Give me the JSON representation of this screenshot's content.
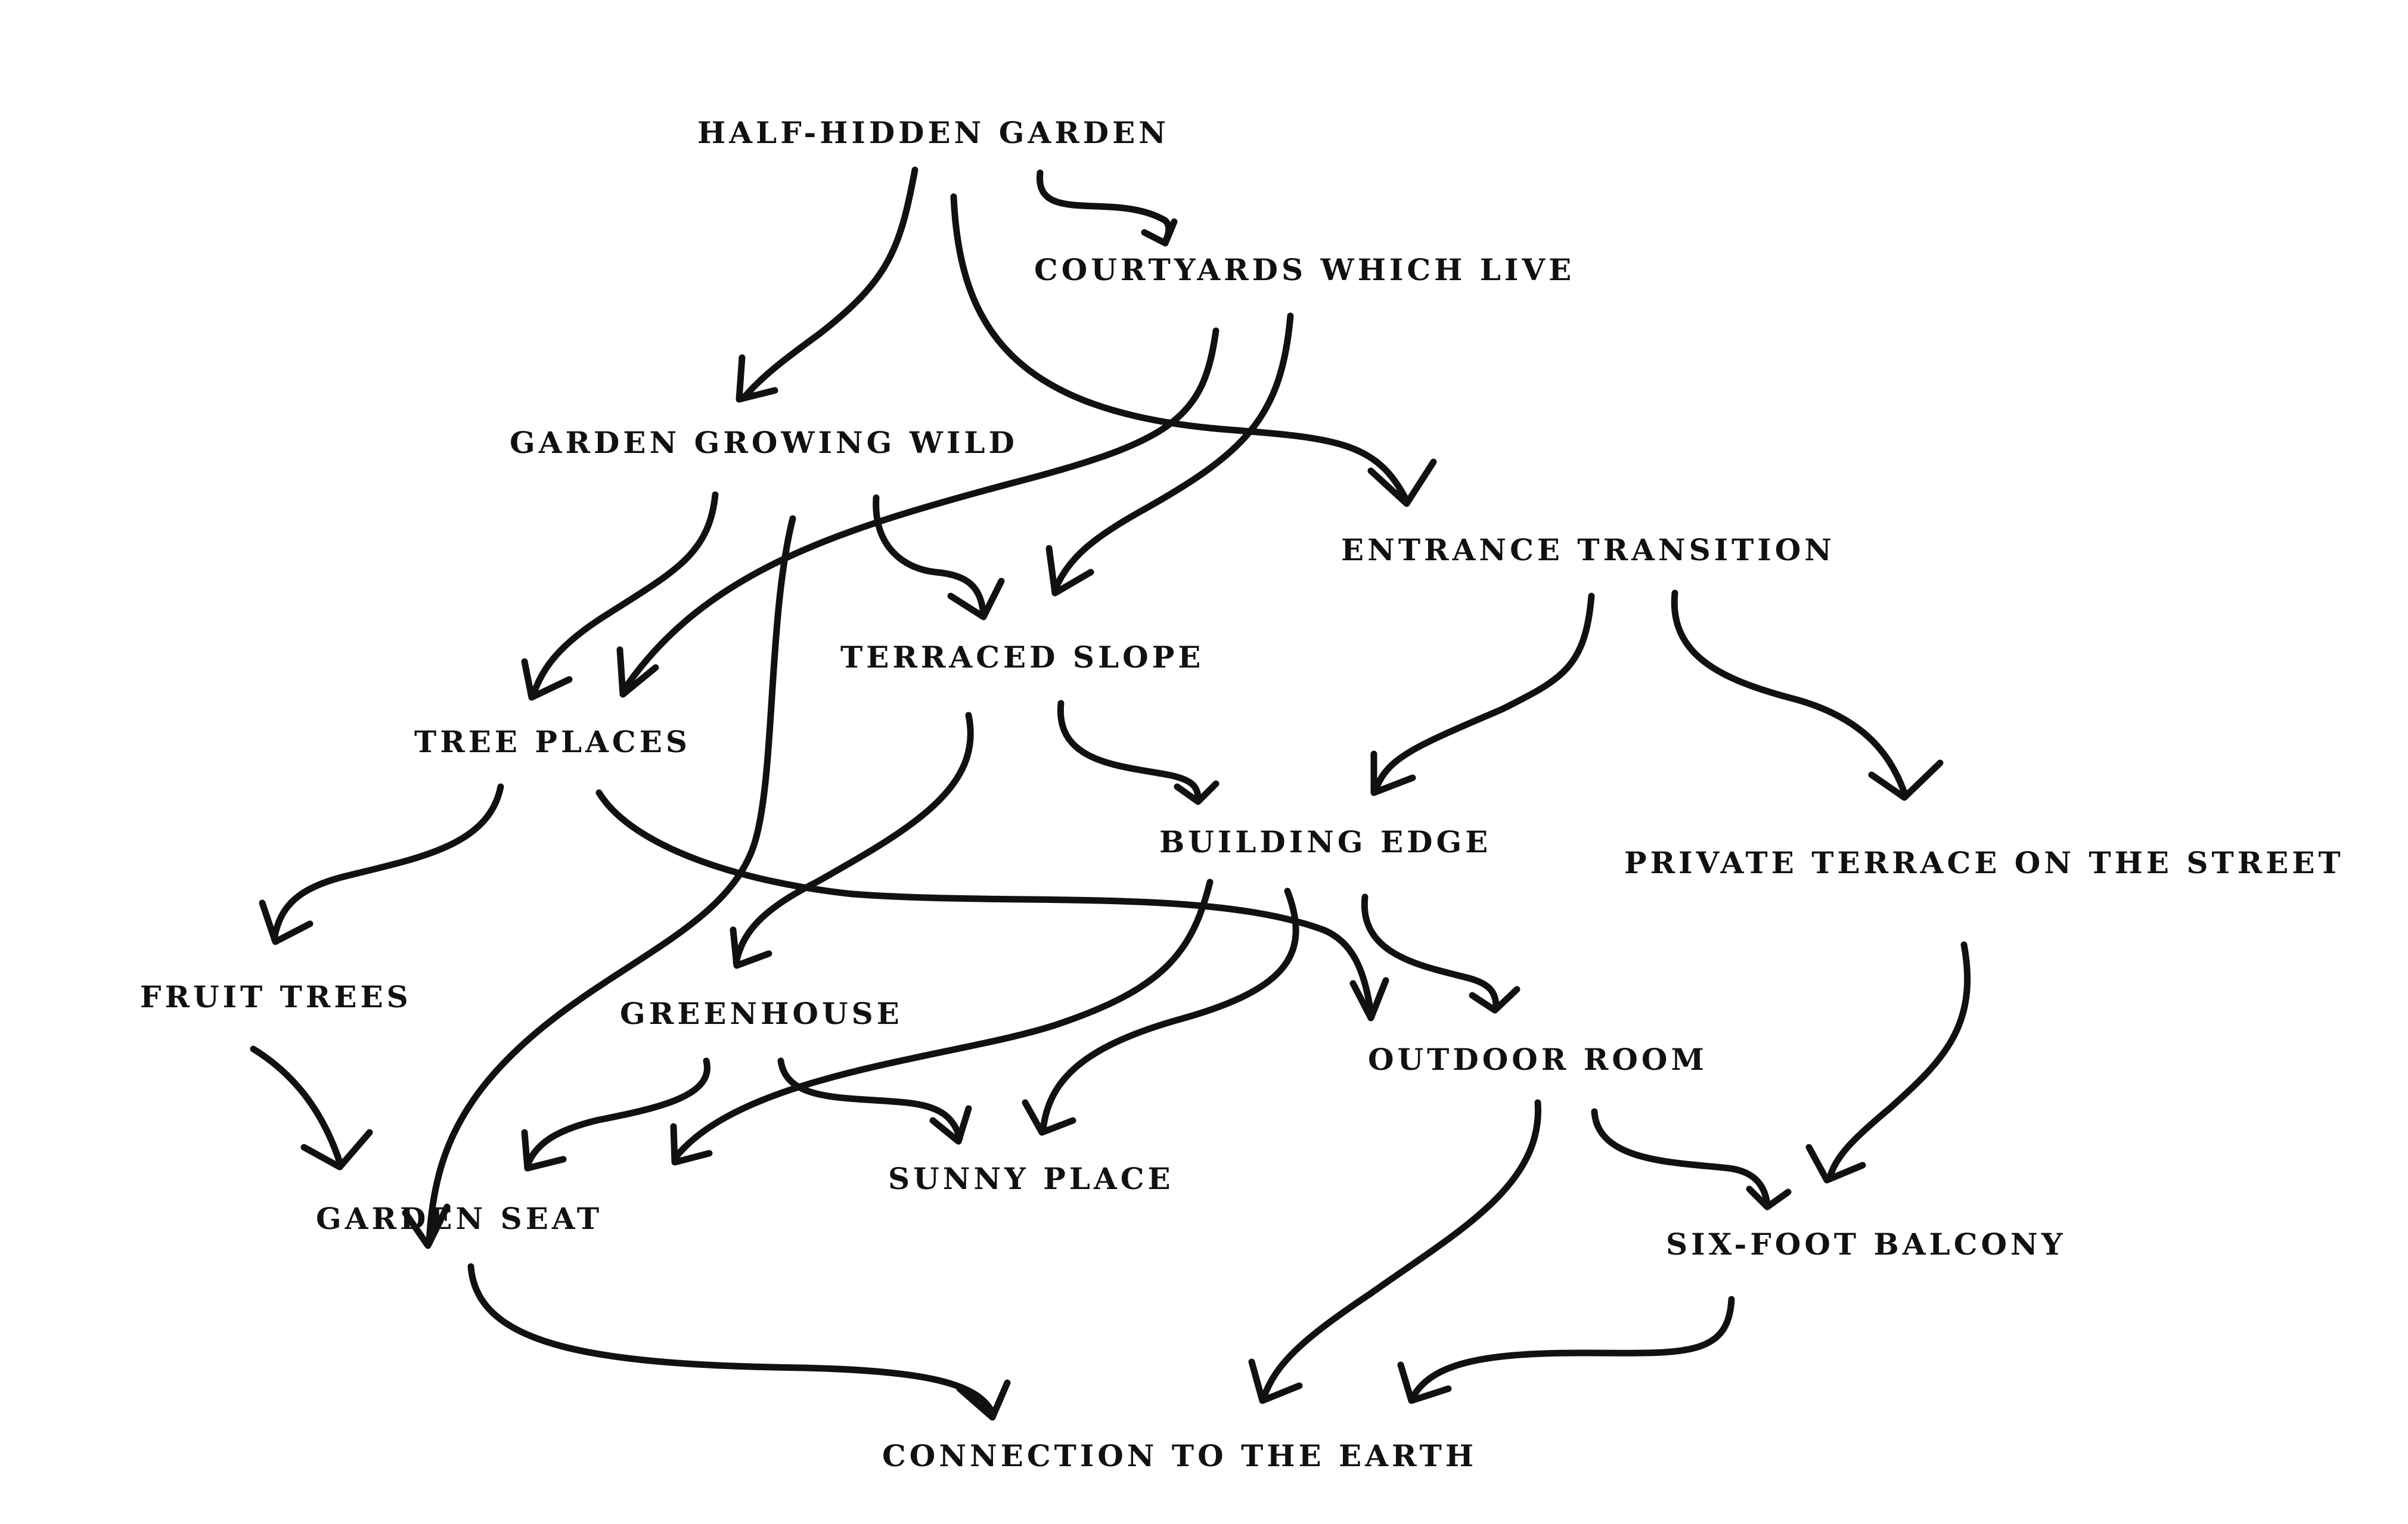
{
  "diagram": {
    "nodes": {
      "half_hidden_garden": "HALF-HIDDEN GARDEN",
      "courtyards_which_live": "COURTYARDS WHICH LIVE",
      "garden_growing_wild": "GARDEN GROWING WILD",
      "entrance_transition": "ENTRANCE TRANSITION",
      "terraced_slope": "TERRACED SLOPE",
      "tree_places": "TREE PLACES",
      "building_edge": "BUILDING EDGE",
      "private_terrace": "PRIVATE TERRACE ON THE STREET",
      "fruit_trees": "FRUIT TREES",
      "greenhouse": "GREENHOUSE",
      "outdoor_room": "OUTDOOR ROOM",
      "garden_seat": "GARDEN SEAT",
      "sunny_place": "SUNNY PLACE",
      "six_foot_balcony": "SIX-FOOT BALCONY",
      "connection_to_earth": "CONNECTION TO THE EARTH"
    },
    "edges": [
      {
        "from": "HALF-HIDDEN GARDEN",
        "to": "COURTYARDS WHICH LIVE"
      },
      {
        "from": "HALF-HIDDEN GARDEN",
        "to": "GARDEN GROWING WILD"
      },
      {
        "from": "HALF-HIDDEN GARDEN",
        "to": "ENTRANCE TRANSITION"
      },
      {
        "from": "COURTYARDS WHICH LIVE",
        "to": "TREE PLACES"
      },
      {
        "from": "COURTYARDS WHICH LIVE",
        "to": "TERRACED SLOPE"
      },
      {
        "from": "GARDEN GROWING WILD",
        "to": "TREE PLACES"
      },
      {
        "from": "GARDEN GROWING WILD",
        "to": "GARDEN SEAT"
      },
      {
        "from": "GARDEN GROWING WILD",
        "to": "TERRACED SLOPE"
      },
      {
        "from": "ENTRANCE TRANSITION",
        "to": "BUILDING EDGE"
      },
      {
        "from": "ENTRANCE TRANSITION",
        "to": "PRIVATE TERRACE ON THE STREET"
      },
      {
        "from": "TERRACED SLOPE",
        "to": "GREENHOUSE"
      },
      {
        "from": "TERRACED SLOPE",
        "to": "BUILDING EDGE"
      },
      {
        "from": "TREE PLACES",
        "to": "FRUIT TREES"
      },
      {
        "from": "TREE PLACES",
        "to": "OUTDOOR ROOM"
      },
      {
        "from": "BUILDING EDGE",
        "to": "GARDEN SEAT"
      },
      {
        "from": "BUILDING EDGE",
        "to": "SUNNY PLACE"
      },
      {
        "from": "BUILDING EDGE",
        "to": "OUTDOOR ROOM"
      },
      {
        "from": "PRIVATE TERRACE ON THE STREET",
        "to": "SIX-FOOT BALCONY"
      },
      {
        "from": "FRUIT TREES",
        "to": "GARDEN SEAT"
      },
      {
        "from": "GREENHOUSE",
        "to": "GARDEN SEAT"
      },
      {
        "from": "GREENHOUSE",
        "to": "SUNNY PLACE"
      },
      {
        "from": "OUTDOOR ROOM",
        "to": "CONNECTION TO THE EARTH"
      },
      {
        "from": "OUTDOOR ROOM",
        "to": "SIX-FOOT BALCONY"
      },
      {
        "from": "GARDEN SEAT",
        "to": "CONNECTION TO THE EARTH"
      },
      {
        "from": "SIX-FOOT BALCONY",
        "to": "CONNECTION TO THE EARTH"
      }
    ]
  }
}
